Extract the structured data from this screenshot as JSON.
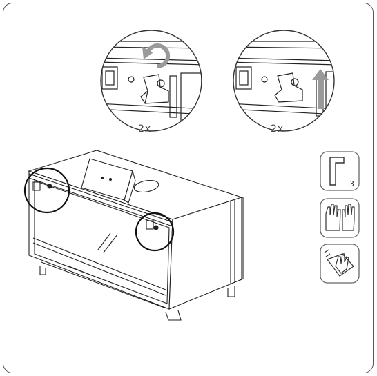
{
  "steps": [
    {
      "qty": "2x",
      "action_icon": "rotate-ccw-arrow-icon"
    },
    {
      "qty": "2x",
      "action_icon": "lift-up-arrow-icon"
    }
  ],
  "tools": [
    {
      "icon": "hex-key-icon",
      "size": "3"
    },
    {
      "icon": "gloves-icon"
    },
    {
      "icon": "cleaning-cloth-icon"
    }
  ],
  "colors": {
    "line": "#222222",
    "arrow": "#9a9a9a",
    "frame": "#555555"
  }
}
